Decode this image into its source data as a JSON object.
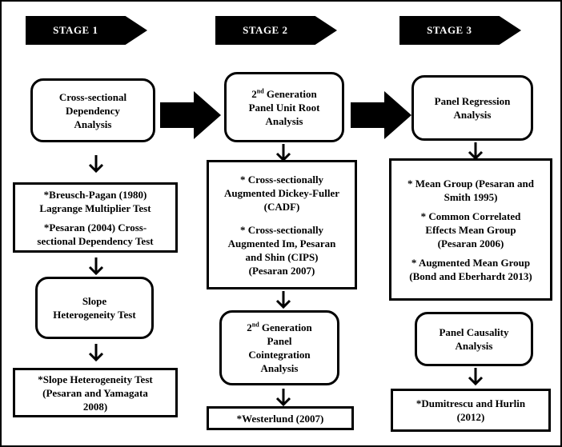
{
  "stages": [
    {
      "banner": "STAGE 1",
      "boxes": [
        {
          "lines": [
            "Cross-sectional",
            "Dependency",
            "Analysis"
          ]
        },
        {
          "lines": [
            "*Breusch-Pagan (1980)",
            "Lagrange Multiplier Test"
          ],
          "lines2": [
            "*Pesaran (2004) Cross-",
            "sectional Dependency Test"
          ]
        },
        {
          "lines": [
            "Slope",
            "Heterogeneity Test"
          ]
        },
        {
          "lines": [
            "*Slope Heterogeneity Test",
            "(Pesaran and Yamagata",
            "2008)"
          ]
        }
      ]
    },
    {
      "banner": "STAGE 2",
      "boxes": [
        {
          "sup_prefix": "2",
          "sup": "nd",
          "first_rest": " Generation",
          "lines": [
            "Panel Unit Root",
            "Analysis"
          ]
        },
        {
          "lines": [
            "* Cross-sectionally",
            "Augmented Dickey-Fuller",
            "(CADF)"
          ],
          "lines2": [
            "* Cross-sectionally",
            "Augmented Im, Pesaran",
            "and Shin (CIPS)",
            "(Pesaran 2007)"
          ]
        },
        {
          "sup_prefix": "2",
          "sup": "nd",
          "first_rest": " Generation",
          "lines": [
            "Panel",
            "Cointegration",
            "Analysis"
          ]
        },
        {
          "lines": [
            "*Westerlund (2007)"
          ]
        }
      ]
    },
    {
      "banner": "STAGE 3",
      "boxes": [
        {
          "lines": [
            "Panel Regression",
            "Analysis"
          ]
        },
        {
          "lines": [
            "* Mean Group (Pesaran and",
            "Smith 1995)"
          ],
          "lines2": [
            "* Common Correlated",
            "Effects Mean Group",
            "(Pesaran 2006)"
          ],
          "lines3": [
            "* Augmented Mean Group",
            "(Bond and Eberhardt 2013)"
          ]
        },
        {
          "lines": [
            "Panel Causality",
            "Analysis"
          ]
        },
        {
          "lines": [
            "*Dumitrescu and Hurlin",
            "(2012)"
          ]
        }
      ]
    }
  ]
}
